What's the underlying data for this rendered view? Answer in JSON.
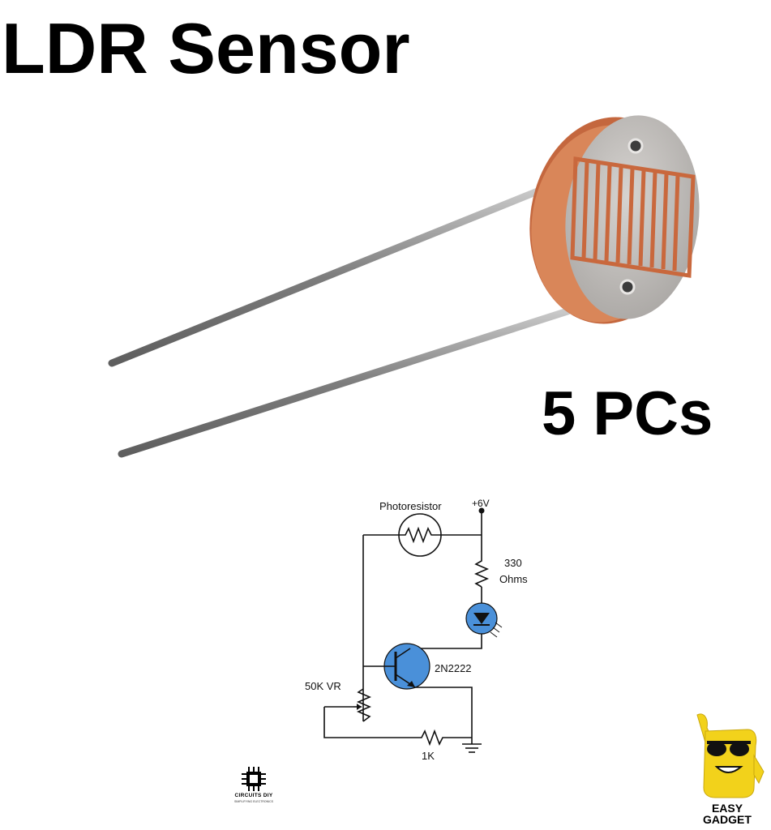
{
  "title": "LDR Sensor",
  "quantity": "5 PCs",
  "schematic": {
    "photoresistor_label": "Photoresistor",
    "supply_label": "+6V",
    "resistor_value": "330",
    "resistor_unit": "Ohms",
    "transistor_label": "2N2222",
    "pot_label": "50K VR",
    "base_resistor_label": "1K"
  },
  "logos": {
    "circuits_diy": {
      "brand": "CIRCUITS DIY",
      "tagline": "SIMPLIFYING ELECTRONICS"
    },
    "easy_gadget": {
      "line1": "EASY",
      "line2": "GADGET"
    }
  },
  "colors": {
    "ldr_body": "#d4744a",
    "ldr_face": "#b9b6b4",
    "ldr_track": "#c8643a",
    "leads": "#8a8a8a",
    "component_fill": "#4a90d9",
    "logo_yellow": "#f2d21b"
  }
}
